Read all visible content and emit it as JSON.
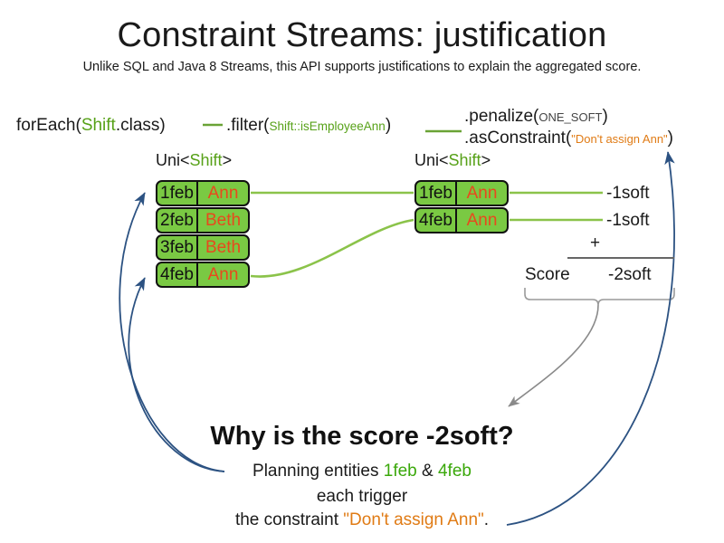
{
  "title": "Constraint Streams: justification",
  "subtitle": "Unlike SQL and Java 8 Streams, this API supports justifications to explain the aggregated score.",
  "colors": {
    "tuple_fill": "#7ac943",
    "tuple_border": "#111111",
    "name_text": "#e8491d",
    "green_text": "#57a118",
    "orange_text": "#e07b15",
    "connector_green": "#8bc34a",
    "arrow_blue": "#2c5282",
    "brace_gray": "#9a9a9a"
  },
  "code": {
    "foreach": {
      "prefix": "forEach(",
      "type": "Shift",
      "suffix": ".class)"
    },
    "filter": {
      "prefix": ".filter(",
      "arg": "Shift::isEmployeeAnn",
      "suffix": ")"
    },
    "penalize": {
      "prefix": ".penalize(",
      "arg": "ONE_SOFT",
      "suffix": ")"
    },
    "asconstraint": {
      "prefix": ".asConstraint(",
      "arg": "\"Don't assign Ann\"",
      "suffix": ")"
    }
  },
  "streams": {
    "left": {
      "label_prefix": "Uni<",
      "label_type": "Shift",
      "label_suffix": ">",
      "rows": [
        {
          "date": "1feb",
          "name": "Ann"
        },
        {
          "date": "2feb",
          "name": "Beth"
        },
        {
          "date": "3feb",
          "name": "Beth"
        },
        {
          "date": "4feb",
          "name": "Ann"
        }
      ]
    },
    "right": {
      "label_prefix": "Uni<",
      "label_type": "Shift",
      "label_suffix": ">",
      "rows": [
        {
          "date": "1feb",
          "name": "Ann"
        },
        {
          "date": "4feb",
          "name": "Ann"
        }
      ]
    }
  },
  "score": {
    "impacts": [
      "-1soft",
      "-1soft"
    ],
    "operator": "+",
    "label": "Score",
    "total": "-2soft"
  },
  "explanation": {
    "question": "Why is the score -2soft?",
    "line1_pre": "Planning entities ",
    "line1_entity_a": "1feb",
    "line1_amp": " & ",
    "line1_entity_b": "4feb",
    "line2": "each trigger",
    "line3_pre": "the constraint ",
    "line3_constraint": "\"Don't assign Ann\"",
    "line3_post": "."
  }
}
